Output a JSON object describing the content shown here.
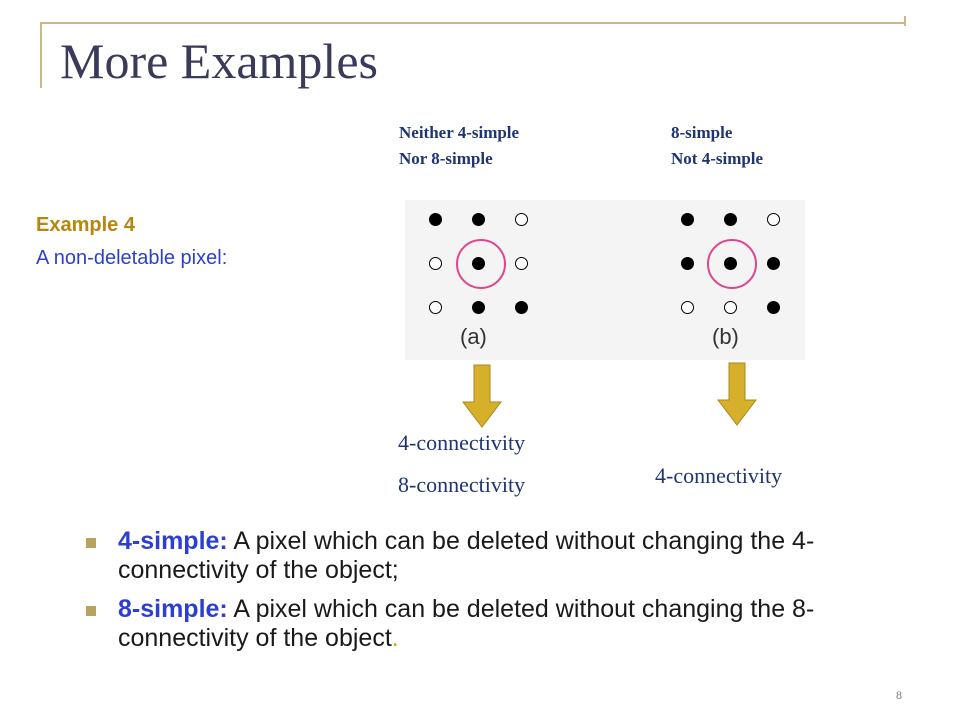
{
  "title": "More Examples",
  "captions": {
    "a_line1": "Neither 4-simple",
    "a_line2": "Nor 8-simple",
    "b_line1": "8-simple",
    "b_line2": "Not  4-simple"
  },
  "example": {
    "heading": "Example 4",
    "subtitle": "A non-deletable pixel:"
  },
  "panels": {
    "a": {
      "label": "(a)",
      "grid": [
        [
          "black",
          "black",
          "white"
        ],
        [
          "white",
          "black",
          "white"
        ],
        [
          "white",
          "black",
          "black"
        ]
      ]
    },
    "b": {
      "label": "(b)",
      "grid": [
        [
          "black",
          "black",
          "white"
        ],
        [
          "black",
          "black",
          "black"
        ],
        [
          "white",
          "white",
          "black"
        ]
      ]
    }
  },
  "connectivity": {
    "a_line1": "4-connectivity",
    "a_line2": "8-connectivity",
    "b_line1": "4-connectivity"
  },
  "bullets": [
    {
      "term": "4-simple:",
      "text": " A pixel which can be deleted without changing the 4-connectivity of the object;",
      "end": ""
    },
    {
      "term": "8-simple:",
      "text": " A pixel which can be deleted without changing the 8-connectivity of the object",
      "end": "."
    }
  ],
  "page_number": "8",
  "colors": {
    "accent": "#b8860b",
    "blue": "#2c3fd0",
    "ring": "#e0458f",
    "arrow": "#d6b02a"
  }
}
